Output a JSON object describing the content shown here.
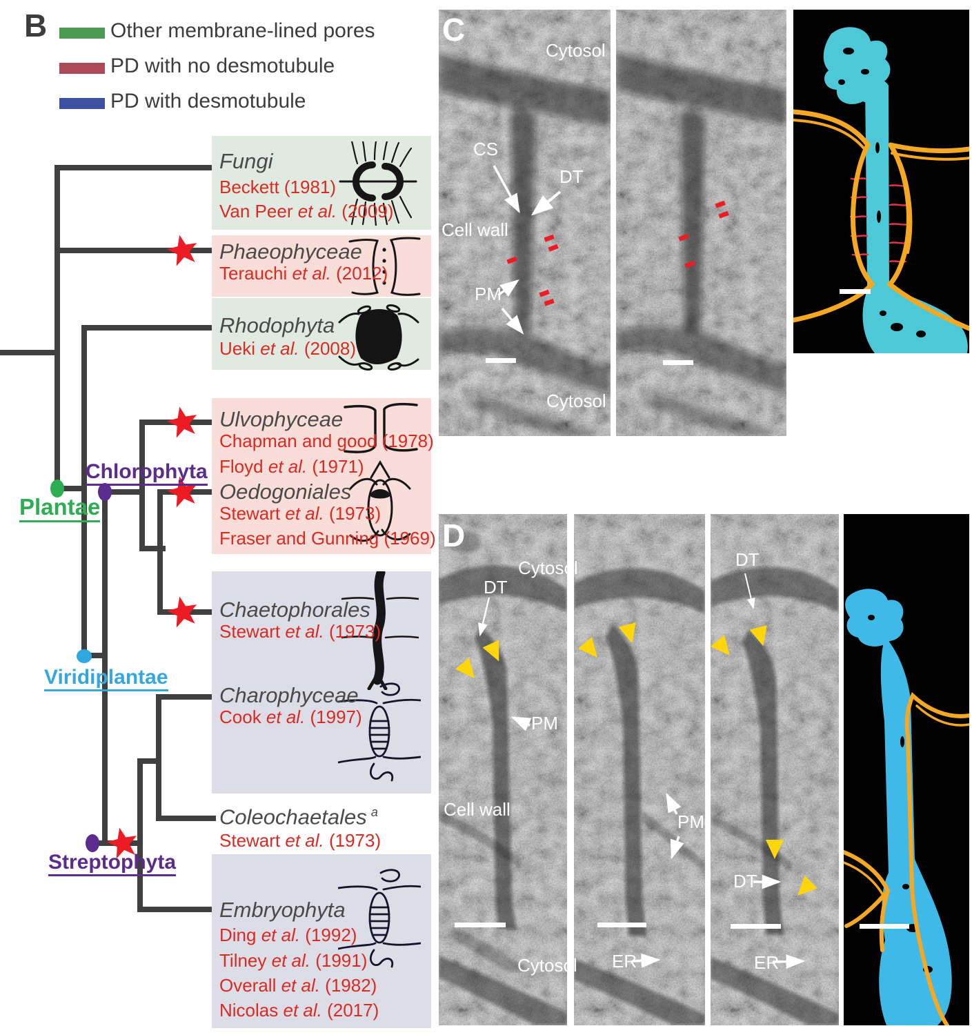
{
  "panels": {
    "b": "B",
    "c": "C",
    "d": "D"
  },
  "legend": {
    "items": [
      {
        "label": "Other membrane-lined pores",
        "color": "#4a9b51"
      },
      {
        "label": "PD with no desmotubule",
        "color": "#ad4a57"
      },
      {
        "label": "PD with desmotubule",
        "color": "#3d51a2"
      }
    ]
  },
  "tree": {
    "clades": [
      {
        "name": "Plantae",
        "color": "#2ead52"
      },
      {
        "name": "Chlorophyta",
        "color": "#5b2b8e"
      },
      {
        "name": "Viridiplantae",
        "color": "#35a7dd"
      },
      {
        "name": "Streptophyta",
        "color": "#5b2b8e"
      }
    ],
    "taxa": [
      {
        "name": "Fungi",
        "box": "green",
        "refs": [
          "Beckett (1981)",
          "Van Peer et al. (2009)"
        ]
      },
      {
        "name": "Phaeophyceae",
        "box": "pink",
        "refs": [
          "Terauchi et al. (2012)"
        ]
      },
      {
        "name": "Rhodophyta",
        "box": "green",
        "refs": [
          "Ueki et al. (2008)"
        ]
      },
      {
        "name": "Ulvophyceae",
        "box": "pink",
        "refs": [
          "Chapman and good (1978)",
          "Floyd et al. (1971)"
        ]
      },
      {
        "name": "Oedogoniales",
        "box": "pink",
        "refs": [
          "Stewart et al. (1973)",
          "Fraser and Gunning (1969)"
        ]
      },
      {
        "name": "Chaetophorales",
        "box": "lavender",
        "refs": [
          "Stewart et al. (1973)"
        ]
      },
      {
        "name": "Charophyceae",
        "box": "lavender",
        "refs": [
          "Cook et al. (1997)"
        ]
      },
      {
        "name": "Coleochaetales",
        "box": "none",
        "superscript": "a",
        "refs": [
          "Stewart et al. (1973)"
        ]
      },
      {
        "name": "Embryophyta",
        "box": "lavender",
        "refs": [
          "Ding et al. (1992)",
          "Tilney et al. (1991)",
          "Overall et al. (1982)",
          "Nicolas et al. (2017)"
        ]
      }
    ]
  },
  "em_labels": {
    "cytosol": "Cytosol",
    "cell_wall": "Cell wall",
    "cs": "CS",
    "dt": "DT",
    "pm": "PM",
    "er": "ER"
  },
  "colors": {
    "tree_line": "#3f3f3f",
    "star_red": "#ed1c24",
    "box_green": "#e1eae0",
    "box_pink": "#f9ddd8",
    "box_lavender": "#dcdde7",
    "taxon_text": "#4a4a4a",
    "reference_text": "#da2a22",
    "annotation_red_dash": "#ee1c24",
    "arrowhead_yellow": "#ffd60a",
    "render_cyan": "#4cc8d6",
    "render_blue": "#3fb9e8",
    "render_orange": "#f7a823",
    "render_spoke_red": "#e8334a"
  }
}
